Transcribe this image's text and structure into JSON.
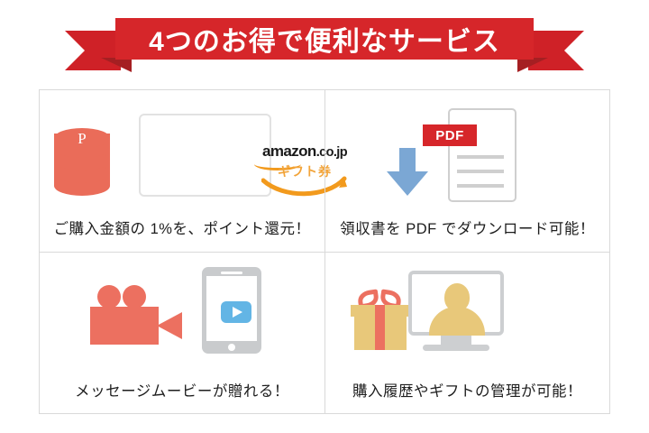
{
  "banner": {
    "title": "4つのお得で便利なサービス",
    "ribbon_color": "#d6262a",
    "ribbon_shadow_color": "#a51f22",
    "text_color": "#ffffff"
  },
  "grid": {
    "border_color": "#d9d9d9",
    "cards": [
      {
        "id": "points-reward",
        "caption": "ご購入金額の 1%を、ポイント還元！",
        "icon": "amazon-gift-card-with-points-coins",
        "icon_parts": {
          "coin_label": "P",
          "coin_color": "#ea6c59",
          "card_brand_line1": "amazon",
          "card_brand_line2": ".co.jp",
          "card_brand_sub": "ギフト券",
          "brand_accent_color": "#f2a43a",
          "card_border_color": "#e2e2e2"
        }
      },
      {
        "id": "pdf-receipt",
        "caption": "領収書を PDF でダウンロード可能！",
        "icon": "pdf-document-download",
        "icon_parts": {
          "badge_label": "PDF",
          "badge_color": "#d6262a",
          "arrow_color": "#7ba7d4",
          "document_border_color": "#cfcfcf",
          "document_line_color": "#cfcfcf",
          "document_line_count": 3
        }
      },
      {
        "id": "message-movie",
        "caption": "メッセージムービーが贈れる！",
        "icon": "video-camera-and-tablet-play",
        "icon_parts": {
          "camera_color": "#ec7060",
          "tablet_color": "#c9cbcd",
          "play_badge_color": "#63b5e5",
          "play_triangle_color": "#ffffff"
        }
      },
      {
        "id": "order-gift-management",
        "caption": "購入履歴やギフトの管理が可能！",
        "icon": "gift-box-and-account-monitor",
        "icon_parts": {
          "gift_box_color": "#e8c87a",
          "gift_ribbon_color": "#ec7060",
          "monitor_color": "#cdcfd1",
          "person_color": "#e8c87a"
        }
      }
    ]
  }
}
